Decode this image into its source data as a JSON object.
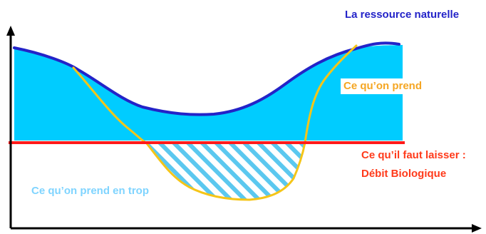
{
  "labels": {
    "resource": "La ressource naturelle",
    "take": "Ce qu’on prend",
    "leave_line1": "Ce qu’il faut laisser :",
    "leave_line2": "Débit Biologique",
    "overtake": "Ce qu’on prend en trop"
  },
  "colors": {
    "resource_curve": "#2323c8",
    "water_fill": "#00ccff",
    "taken_curve": "#f5c518",
    "biological_flow_line": "#ff1a1a",
    "take_label": "#f5a623",
    "leave_label": "#ff3a1a",
    "overtake_label": "#7fd4ff",
    "hatch_stripe": "#5bc8ef",
    "axes": "#000000"
  },
  "icons": {
    "y_axis_arrow": "arrow-up-icon",
    "x_axis_arrow": "arrow-right-icon"
  }
}
